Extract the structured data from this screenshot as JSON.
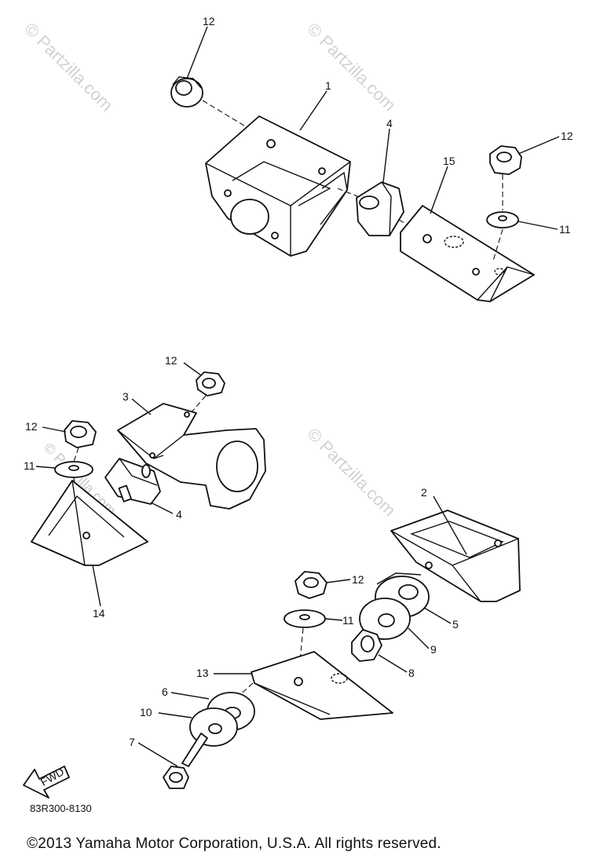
{
  "watermark": "© Partzilla.com",
  "part_code": "83R300-8130",
  "copyright": "©2013  Yamaha Motor Corporation, U.S.A. All rights reserved.",
  "fwd_label": "FWD",
  "callouts": {
    "c12_top": "12",
    "c1": "1",
    "c4_top": "4",
    "c15": "15",
    "c12_right": "12",
    "c11_right": "11",
    "c12_mid": "12",
    "c3": "3",
    "c12_left": "12",
    "c11_left": "11",
    "c4_mid": "4",
    "c14": "14",
    "c2": "2",
    "c12_low": "12",
    "c11_low": "11",
    "c5": "5",
    "c9": "9",
    "c8": "8",
    "c13": "13",
    "c6": "6",
    "c10": "10",
    "c7": "7"
  }
}
